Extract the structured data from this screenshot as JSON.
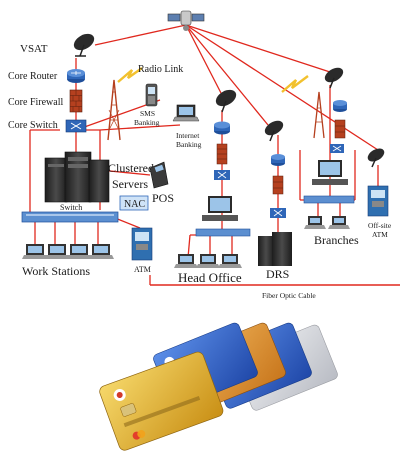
{
  "labels": {
    "vsat": "VSAT",
    "radio_link": "Radio Link",
    "core_router": "Core Router",
    "core_firewall": "Core Firewall",
    "core_switch": "Core Switch",
    "sms_banking_1": "SMS",
    "sms_banking_2": "Banking",
    "internet_banking_1": "Internet",
    "internet_banking_2": "Banking",
    "clustered_servers_1": "Clustered",
    "clustered_servers_2": "Servers",
    "pos": "POS",
    "nac": "NAC",
    "switch": "Switch",
    "work_stations": "Work Stations",
    "atm": "ATM",
    "head_office": "Head Office",
    "drs": "DRS",
    "branches": "Branches",
    "offsite_atm_1": "Off-site",
    "offsite_atm_2": "ATM",
    "fiber_optic_cable": "Fiber Optic Cable"
  },
  "colors": {
    "link_red": "#e0281e",
    "firewall_red": "#b5401f",
    "switch_blue": "#2f66b8",
    "server_dark": "#2b2b2b",
    "radio_yellow": "#f2c12e",
    "card_gold": "#e8b82a",
    "card_orange": "#d88a2a",
    "card_blue": "#2f63c8",
    "card_silver": "#d9dbe0"
  },
  "icons": [
    "satellite-icon",
    "dish-icon",
    "router-icon",
    "firewall-icon",
    "switch-icon",
    "server-icon",
    "phone-icon",
    "laptop-icon",
    "pos-terminal-icon",
    "workstation-icon",
    "atm-icon",
    "radio-tower-icon",
    "lightning-icon",
    "credit-card-icon"
  ]
}
